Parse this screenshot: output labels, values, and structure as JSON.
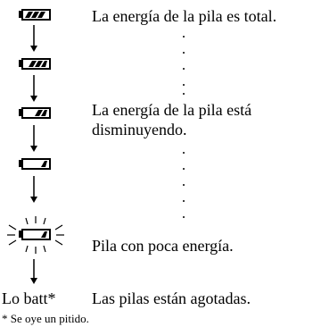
{
  "states": [
    {
      "battery_level": 3,
      "description": "La energía de la pila es total."
    },
    {
      "battery_level": 3,
      "description": ""
    },
    {
      "battery_level": 2,
      "description": "La energía de la pila está\ndisminuyendo."
    },
    {
      "battery_level": 1,
      "description": ""
    },
    {
      "battery_level": 1,
      "blinking": true,
      "description": "Pila con poca energía."
    },
    {
      "indicator_text": "Lo batt*",
      "description": "Las pilas están agotadas."
    }
  ],
  "footnote": "* Se oye un pitido.",
  "icons": [
    "battery-full-icon",
    "battery-three-quarter-icon",
    "battery-half-icon",
    "battery-low-icon",
    "battery-blinking-icon",
    "down-arrow-icon"
  ],
  "colors": {
    "text": "#000000",
    "background": "#ffffff"
  }
}
